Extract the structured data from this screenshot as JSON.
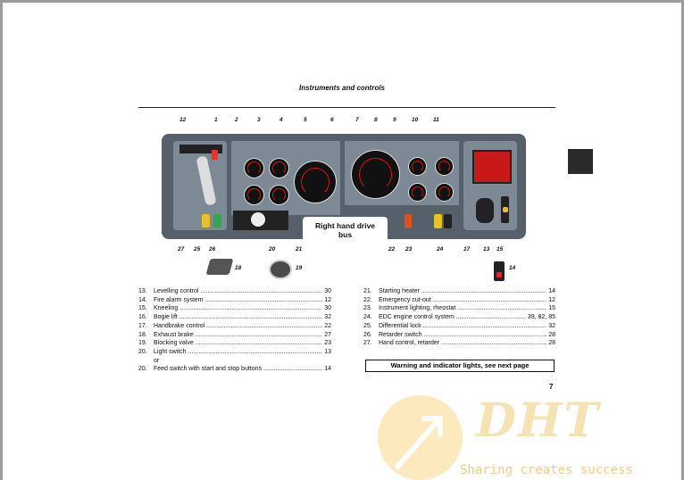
{
  "header": {
    "title": "Instruments and controls"
  },
  "diagram": {
    "top_callouts": [
      "12",
      "1",
      "2",
      "3",
      "4",
      "5",
      "6",
      "7",
      "8",
      "9",
      "10",
      "11"
    ],
    "bottom_callouts": [
      "27",
      "25",
      "26",
      "20",
      "21",
      "22",
      "23",
      "24",
      "17",
      "13",
      "15"
    ],
    "extra_callouts": [
      "18",
      "19",
      "14"
    ],
    "box_line1": "Right hand drive",
    "box_line2": "bus",
    "panel_color": "#55606a",
    "section_color": "#7d8a96"
  },
  "left_list": [
    {
      "n": "13.",
      "t": "Levelling control",
      "p": "30"
    },
    {
      "n": "14.",
      "t": "Fire alarm system",
      "p": "12"
    },
    {
      "n": "15.",
      "t": "Kneeling",
      "p": "30"
    },
    {
      "n": "16.",
      "t": "Bogie lift",
      "p": "32"
    },
    {
      "n": "17.",
      "t": "Handbrake control",
      "p": "22"
    },
    {
      "n": "18.",
      "t": "Exhaust brake",
      "p": "27"
    },
    {
      "n": "19.",
      "t": "Blocking valve",
      "p": "23"
    },
    {
      "n": "20.",
      "t": "Light switch",
      "p": "13"
    },
    {
      "n": "",
      "t": "or",
      "p": ""
    },
    {
      "n": "20.",
      "t": "Feed switch with start and stop buttons",
      "p": "14"
    }
  ],
  "right_list": [
    {
      "n": "21.",
      "t": "Starting heater",
      "p": "14"
    },
    {
      "n": "22.",
      "t": "Emergency cut-out",
      "p": "12"
    },
    {
      "n": "23.",
      "t": "Instrument lighting, rheostat",
      "p": "15"
    },
    {
      "n": "24.",
      "t": "EDC engine control system",
      "p": "39, 82, 85"
    },
    {
      "n": "25.",
      "t": "Differential lock",
      "p": "32"
    },
    {
      "n": "26.",
      "t": "Retarder switch",
      "p": "28"
    },
    {
      "n": "27.",
      "t": "Hand control, retarder",
      "p": "28"
    }
  ],
  "notice": "Warning and indicator lights, see next page",
  "page_number": "7",
  "watermark": {
    "logo": "DHT",
    "slogan": "Sharing creates success"
  }
}
